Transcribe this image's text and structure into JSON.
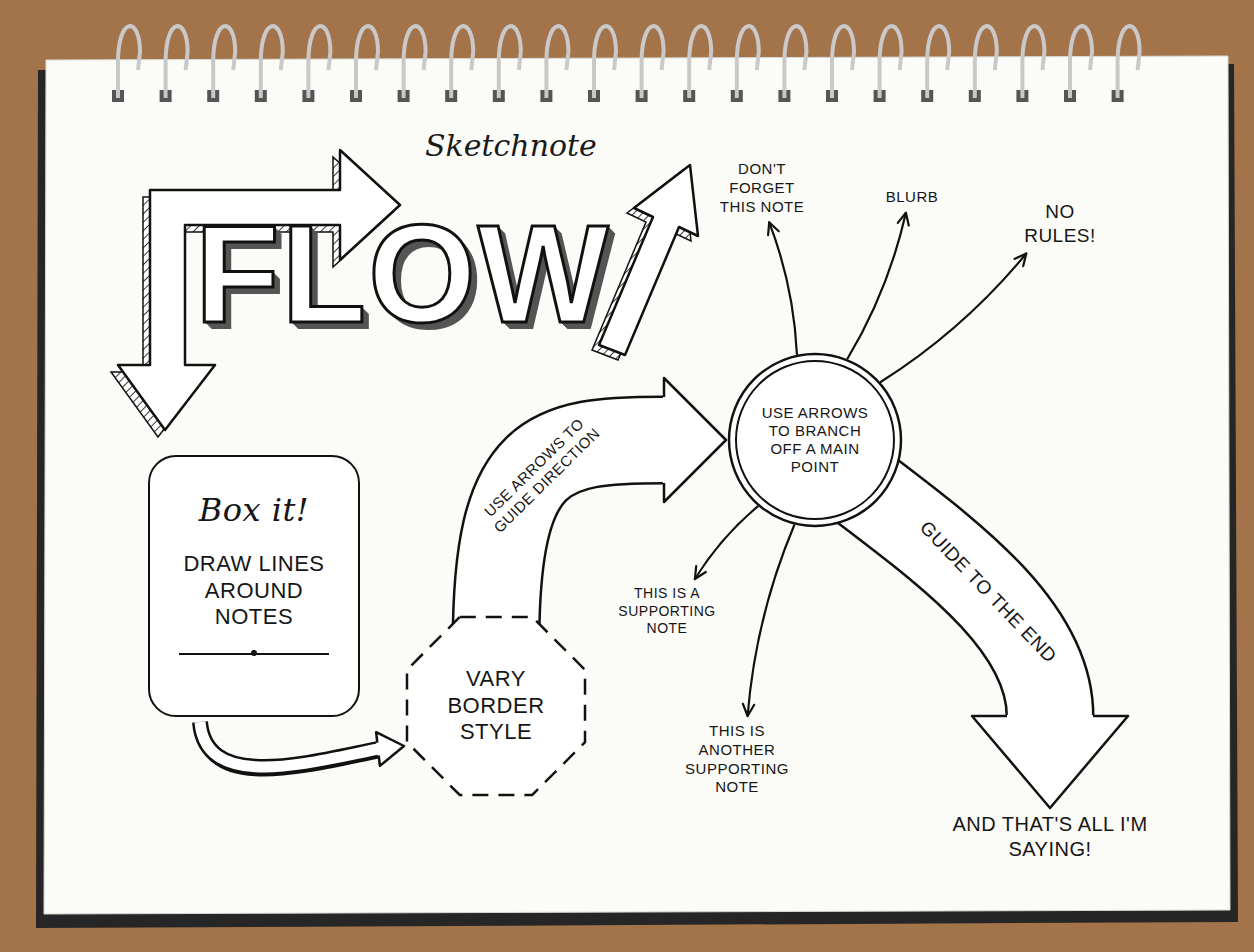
{
  "diagram": {
    "title": "FLOW",
    "nodes": [
      {
        "text": [
          "Box it!",
          "DRAW LINES AROUND NOTES"
        ]
      },
      {
        "text": [
          "VARY BORDER STYLE"
        ]
      },
      {
        "text": [
          "USE ARROWS TO BRANCH OFF A MAIN POINT"
        ]
      },
      {
        "text": [
          "DON'T FORGET THIS NOTE"
        ]
      },
      {
        "text": [
          "BLURB"
        ]
      },
      {
        "text": [
          "NO RULES!"
        ]
      },
      {
        "text": [
          "THIS IS A SUPPORTING NOTE"
        ]
      },
      {
        "text": [
          "THIS IS ANOTHER SUPPORTING NOTE"
        ]
      },
      {
        "text": [
          "AND THAT'S ALL I'M SAYING!"
        ]
      }
    ],
    "edges": [
      {
        "from": 0,
        "to": 1,
        "arrow": "to"
      },
      {
        "from": 1,
        "to": 2,
        "label": "USE ARROWS TO GUIDE DIRECTION",
        "arrow": "to"
      },
      {
        "from": 2,
        "to": 3,
        "arrow": "to"
      },
      {
        "from": 2,
        "to": 4,
        "arrow": "to"
      },
      {
        "from": 2,
        "to": 5,
        "arrow": "to"
      },
      {
        "from": 2,
        "to": 6,
        "arrow": "to"
      },
      {
        "from": 2,
        "to": 7,
        "arrow": "to"
      },
      {
        "from": 2,
        "to": 8,
        "label": "GUIDE TO THE END",
        "arrow": "to"
      }
    ],
    "labels": [
      "Sketchnote"
    ]
  }
}
